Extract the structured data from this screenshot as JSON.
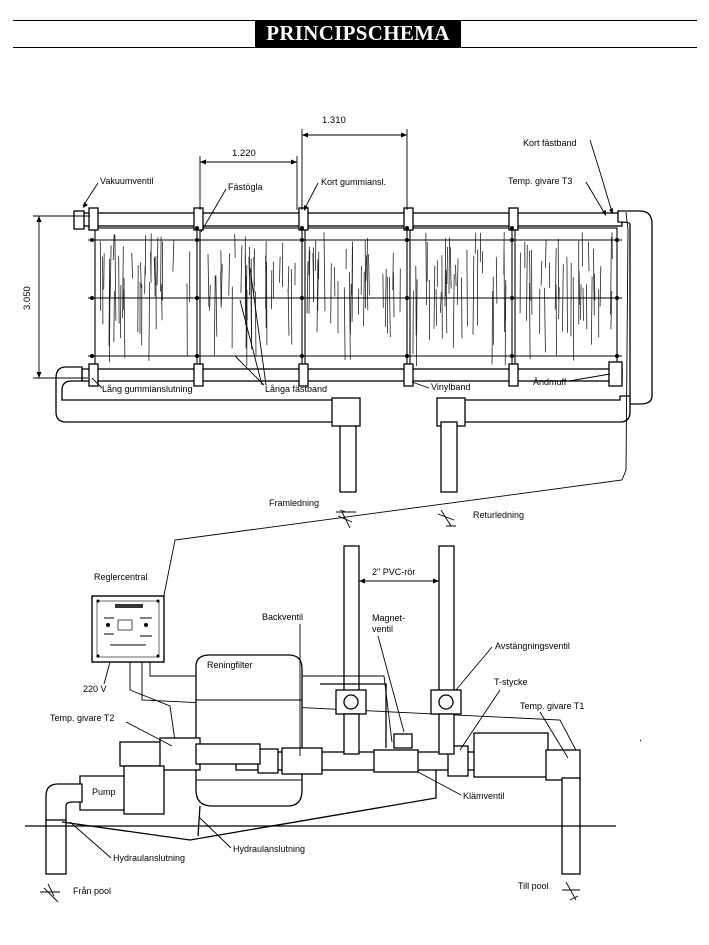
{
  "title": "PRINCIPSCHEMA",
  "dimensions": {
    "width_top": "1.310",
    "width_panel": "1.220",
    "height": "3.050"
  },
  "labels": {
    "vakuumventil": "Vakuumventil",
    "fastogla": "Fästögla",
    "kort_gummiansl": "Kort gummiansl.",
    "kort_fastband": "Kort fästband",
    "temp_givare_t3": "Temp. givare T3",
    "lang_gummianslutning": "Lång gummianslutning",
    "langa_fastband": "Långa fästband",
    "vinylband": "Vinylband",
    "andmuff": "Ändmuff",
    "framledning": "Framledning",
    "returledning": "Returledning",
    "reglercentral": "Reglercentral",
    "pvc_ror": "2\" PVC-rör",
    "backventil": "Backventil",
    "magnetventil_1": "Magnet-",
    "magnetventil_2": "ventil",
    "avstangningsventil": "Avstängningsventil",
    "reningfilter": "Reningfilter",
    "t_stycke": "T-stycke",
    "voltage": "220 V",
    "temp_givare_t2": "Temp. givare T2",
    "temp_givare_t1": "Temp. givare T1",
    "pump": "Pump",
    "klamventil": "Klämventil",
    "hydraulanslutning_1": "Hydraulanslutning",
    "hydraulanslutning_2": "Hydraulanslutning",
    "fran_pool": "Från pool",
    "till_pool": "Till pool"
  }
}
